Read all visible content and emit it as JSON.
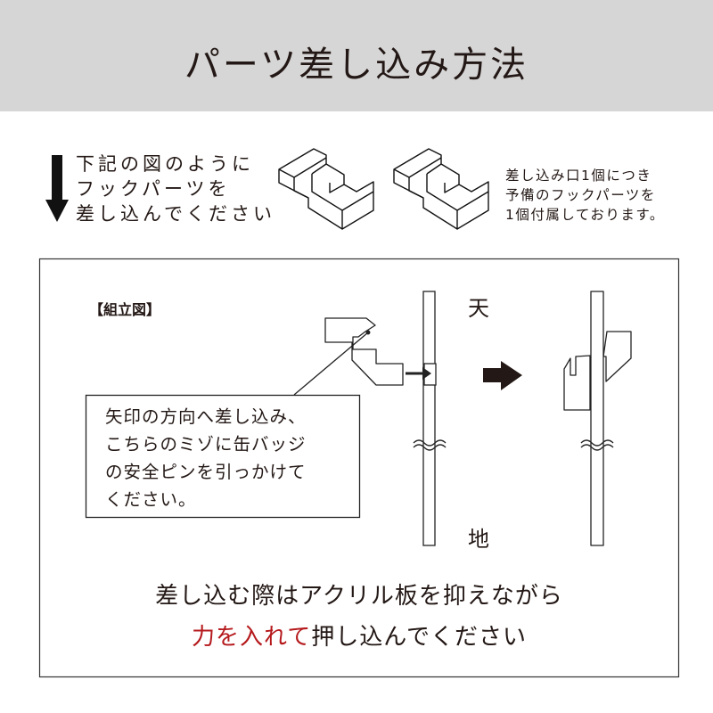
{
  "header": {
    "title": "パーツ差し込み方法"
  },
  "intro": {
    "lines": [
      "下記の図のように",
      "フックパーツを",
      "差し込んでください"
    ]
  },
  "spare_note": {
    "lines": [
      "差し込み口1個につき",
      "予備のフックパーツを",
      "1個付属しております。"
    ]
  },
  "diagram": {
    "label": "【組立図】",
    "top_label": "天",
    "bottom_label": "地",
    "callout_lines": [
      "矢印の方向へ差し込み、",
      "こちらのミゾに缶バッジ",
      "の安全ピンを引っかけて",
      "ください。"
    ]
  },
  "instructions": {
    "line1": "差し込む際はアクリル板を抑えながら",
    "line2_emphasis": "力を入れて",
    "line2_rest": "押し込んでください"
  },
  "colors": {
    "header_bg": "#d6d6d6",
    "emphasis": "#b5191c",
    "ink": "#231815"
  }
}
